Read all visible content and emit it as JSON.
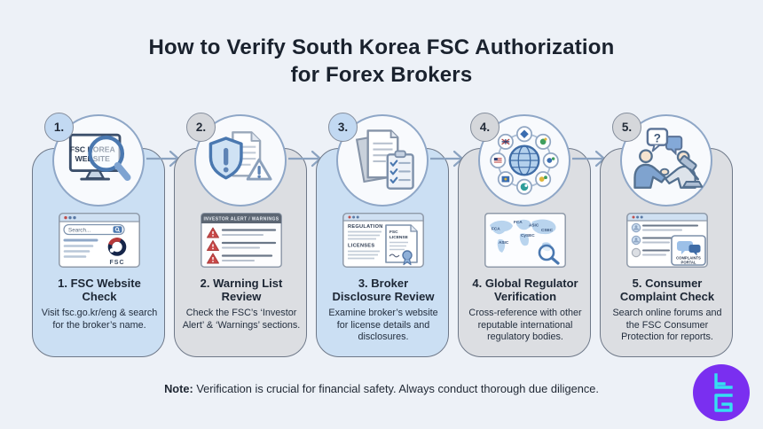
{
  "title": {
    "line1": "How to Verify South Korea FSC Authorization",
    "line2": "for Forex Brokers"
  },
  "steps": [
    {
      "number": "1.",
      "title": "1. FSC Website Check",
      "description": "Visit fsc.go.kr/eng & search for the broker’s name.",
      "theme": "blue",
      "icon": "monitor-magnifier-icon",
      "icon_text": {
        "line1": "FSC KOREA",
        "line2": "WEBSITE"
      },
      "mock": {
        "type": "browser-search",
        "search_placeholder": "Search...",
        "logo_text": "FSC"
      }
    },
    {
      "number": "2.",
      "title": "2. Warning List Review",
      "description": "Check the FSC’s ‘Investor Alert’ & ‘Warnings’ sections.",
      "theme": "gray",
      "icon": "shield-warning-icon",
      "mock": {
        "type": "warning-list",
        "header": "INVESTOR ALERT / WARNINGS"
      }
    },
    {
      "number": "3.",
      "title": "3. Broker Disclosure Review",
      "description": "Examine broker’s website for license details and disclosures.",
      "theme": "blue",
      "icon": "documents-checklist-icon",
      "mock": {
        "type": "regulation-page",
        "heading1": "REGULATION",
        "heading2": "LICENSES",
        "cert": {
          "line1": "FSC",
          "line2": "LICENSE"
        }
      }
    },
    {
      "number": "4.",
      "title": "4. Global Regulator Verification",
      "description": "Cross-reference with other reputable international regulatory bodies.",
      "theme": "gray",
      "icon": "globe-network-icon",
      "mock": {
        "type": "world-map",
        "labels": [
          "FCA",
          "ASIC",
          "CSEC",
          "CySEC",
          "FCA",
          "ASIC"
        ]
      }
    },
    {
      "number": "5.",
      "title": "5. Consumer Complaint Check",
      "description": "Search online forums and the FSC Consumer Protection for reports.",
      "theme": "gray",
      "icon": "handshake-gavel-icon",
      "icon_question": "?",
      "mock": {
        "type": "forum-list",
        "portal": {
          "line1": "COMPLAINTS",
          "line2": "PORTAL"
        }
      }
    }
  ],
  "note": {
    "label": "Note:",
    "text": " Verification is crucial for financial safety. Always conduct thorough due diligence."
  },
  "colors": {
    "background": "#edf1f7",
    "card_blue": "#cbdff3",
    "card_gray": "#dcdee2",
    "accent_blue": "#4a78b0",
    "warning_red": "#c94848",
    "title_text": "#1a222e",
    "logo_purple": "#7a2ff0",
    "logo_cyan": "#35dff2"
  }
}
